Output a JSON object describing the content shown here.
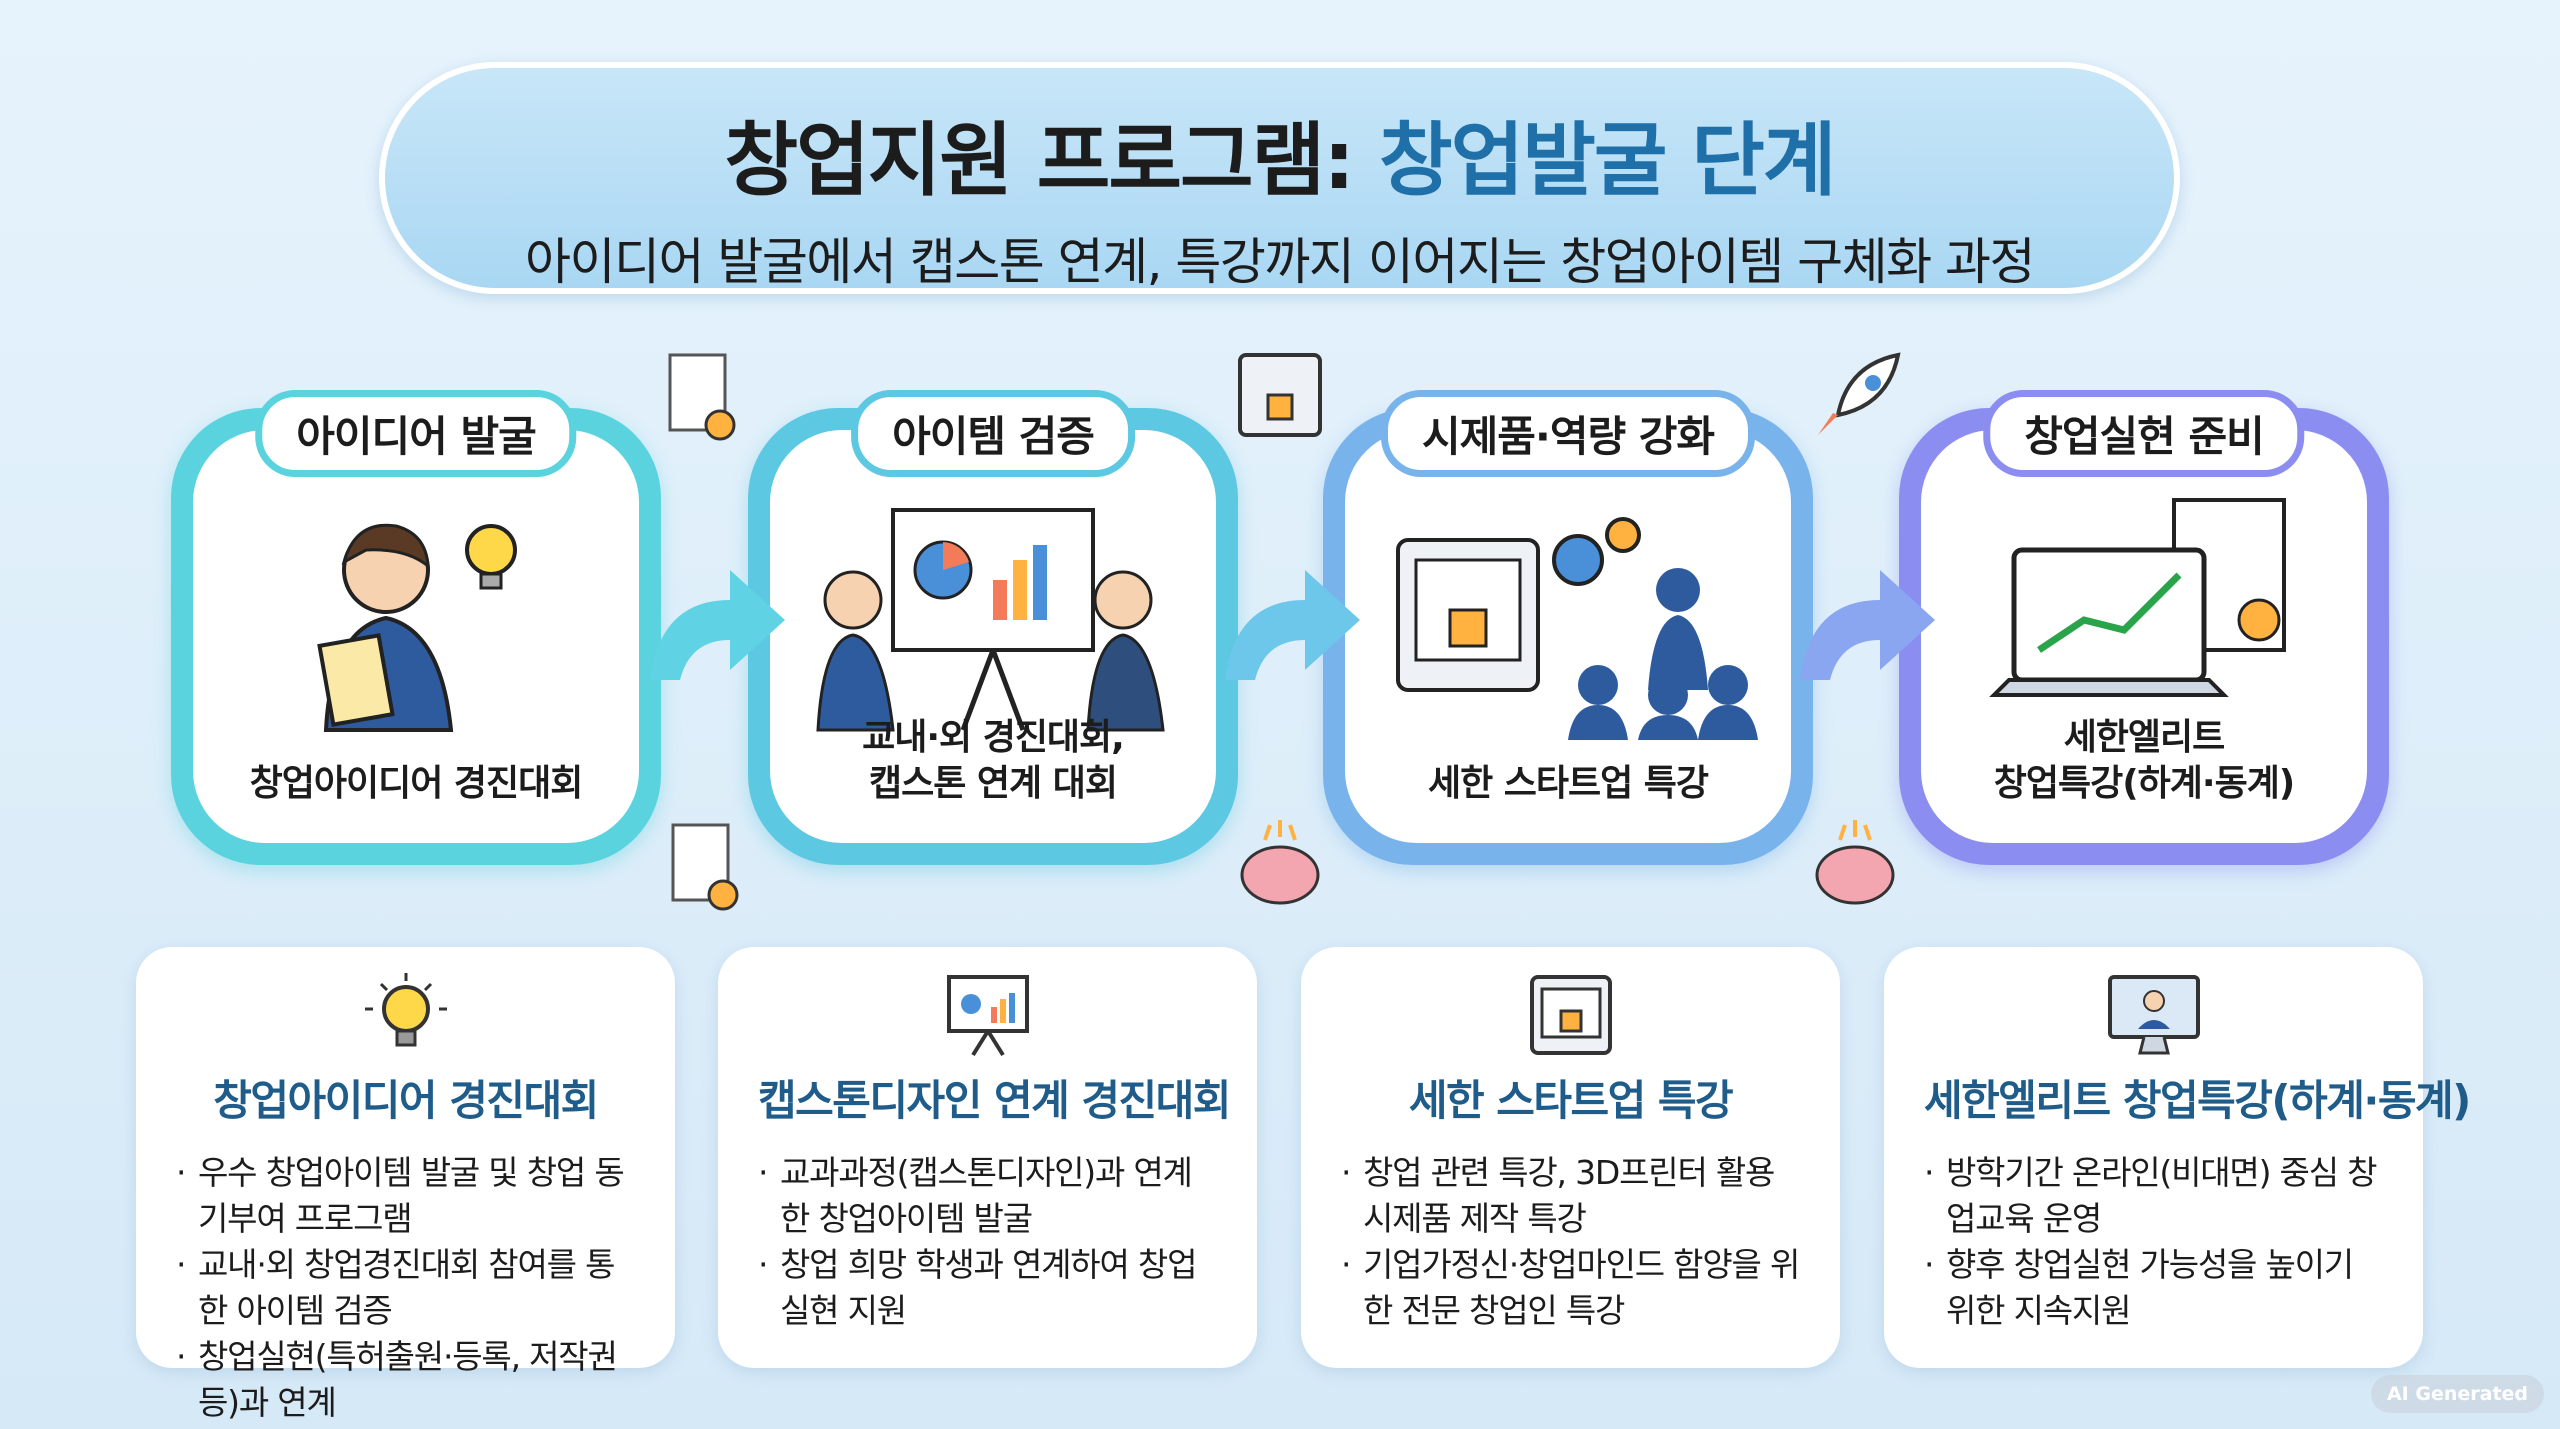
{
  "header": {
    "title_main": "창업지원 프로그램: ",
    "title_accent": "창업발굴 단계",
    "subtitle": "아이디어 발굴에서 캡스톤 연계, 특강까지 이어지는 창업아이템 구체화 과정"
  },
  "stages": [
    {
      "label": "아이디어 발굴",
      "caption": "창업아이디어 경진대회",
      "color": "#5ad3de"
    },
    {
      "label": "아이템 검증",
      "caption": "교내·외 경진대회,\n캡스톤 연계 대회",
      "color": "#5cc8e2"
    },
    {
      "label": "시제품·역량 강화",
      "caption": "세한 스타트업 특강",
      "color": "#79b3ec"
    },
    {
      "label": "창업실현 준비",
      "caption": "세한엘리트\n창업특강(하계·동계)",
      "color": "#8b8ef0"
    }
  ],
  "cards": [
    {
      "title": "창업아이디어 경진대회",
      "bullets": [
        "우수 창업아이템 발굴 및 창업 동기부여 프로그램",
        "교내·외 창업경진대회 참여를 통한 아이템 검증",
        "창업실현(특허출원·등록, 저작권 등)과 연계"
      ]
    },
    {
      "title": "캡스톤디자인 연계 경진대회",
      "bullets": [
        "교과과정(캡스톤디자인)과 연계한 창업아이템 발굴",
        "창업 희망 학생과 연계하여 창업실현 지원"
      ]
    },
    {
      "title": "세한 스타트업 특강",
      "bullets": [
        "창업 관련 특강, 3D프린터 활용 시제품 제작 특강",
        "기업가정신·창업마인드 함양을 위한 전문 창업인 특강"
      ]
    },
    {
      "title": "세한엘리트 창업특강(하계·동계)",
      "bullets": [
        "방학기간 온라인(비대면) 중심 창업교육 운영",
        "향후 창업실현 가능성을 높이기 위한 지속지원"
      ]
    }
  ],
  "badge": "AI Generated"
}
